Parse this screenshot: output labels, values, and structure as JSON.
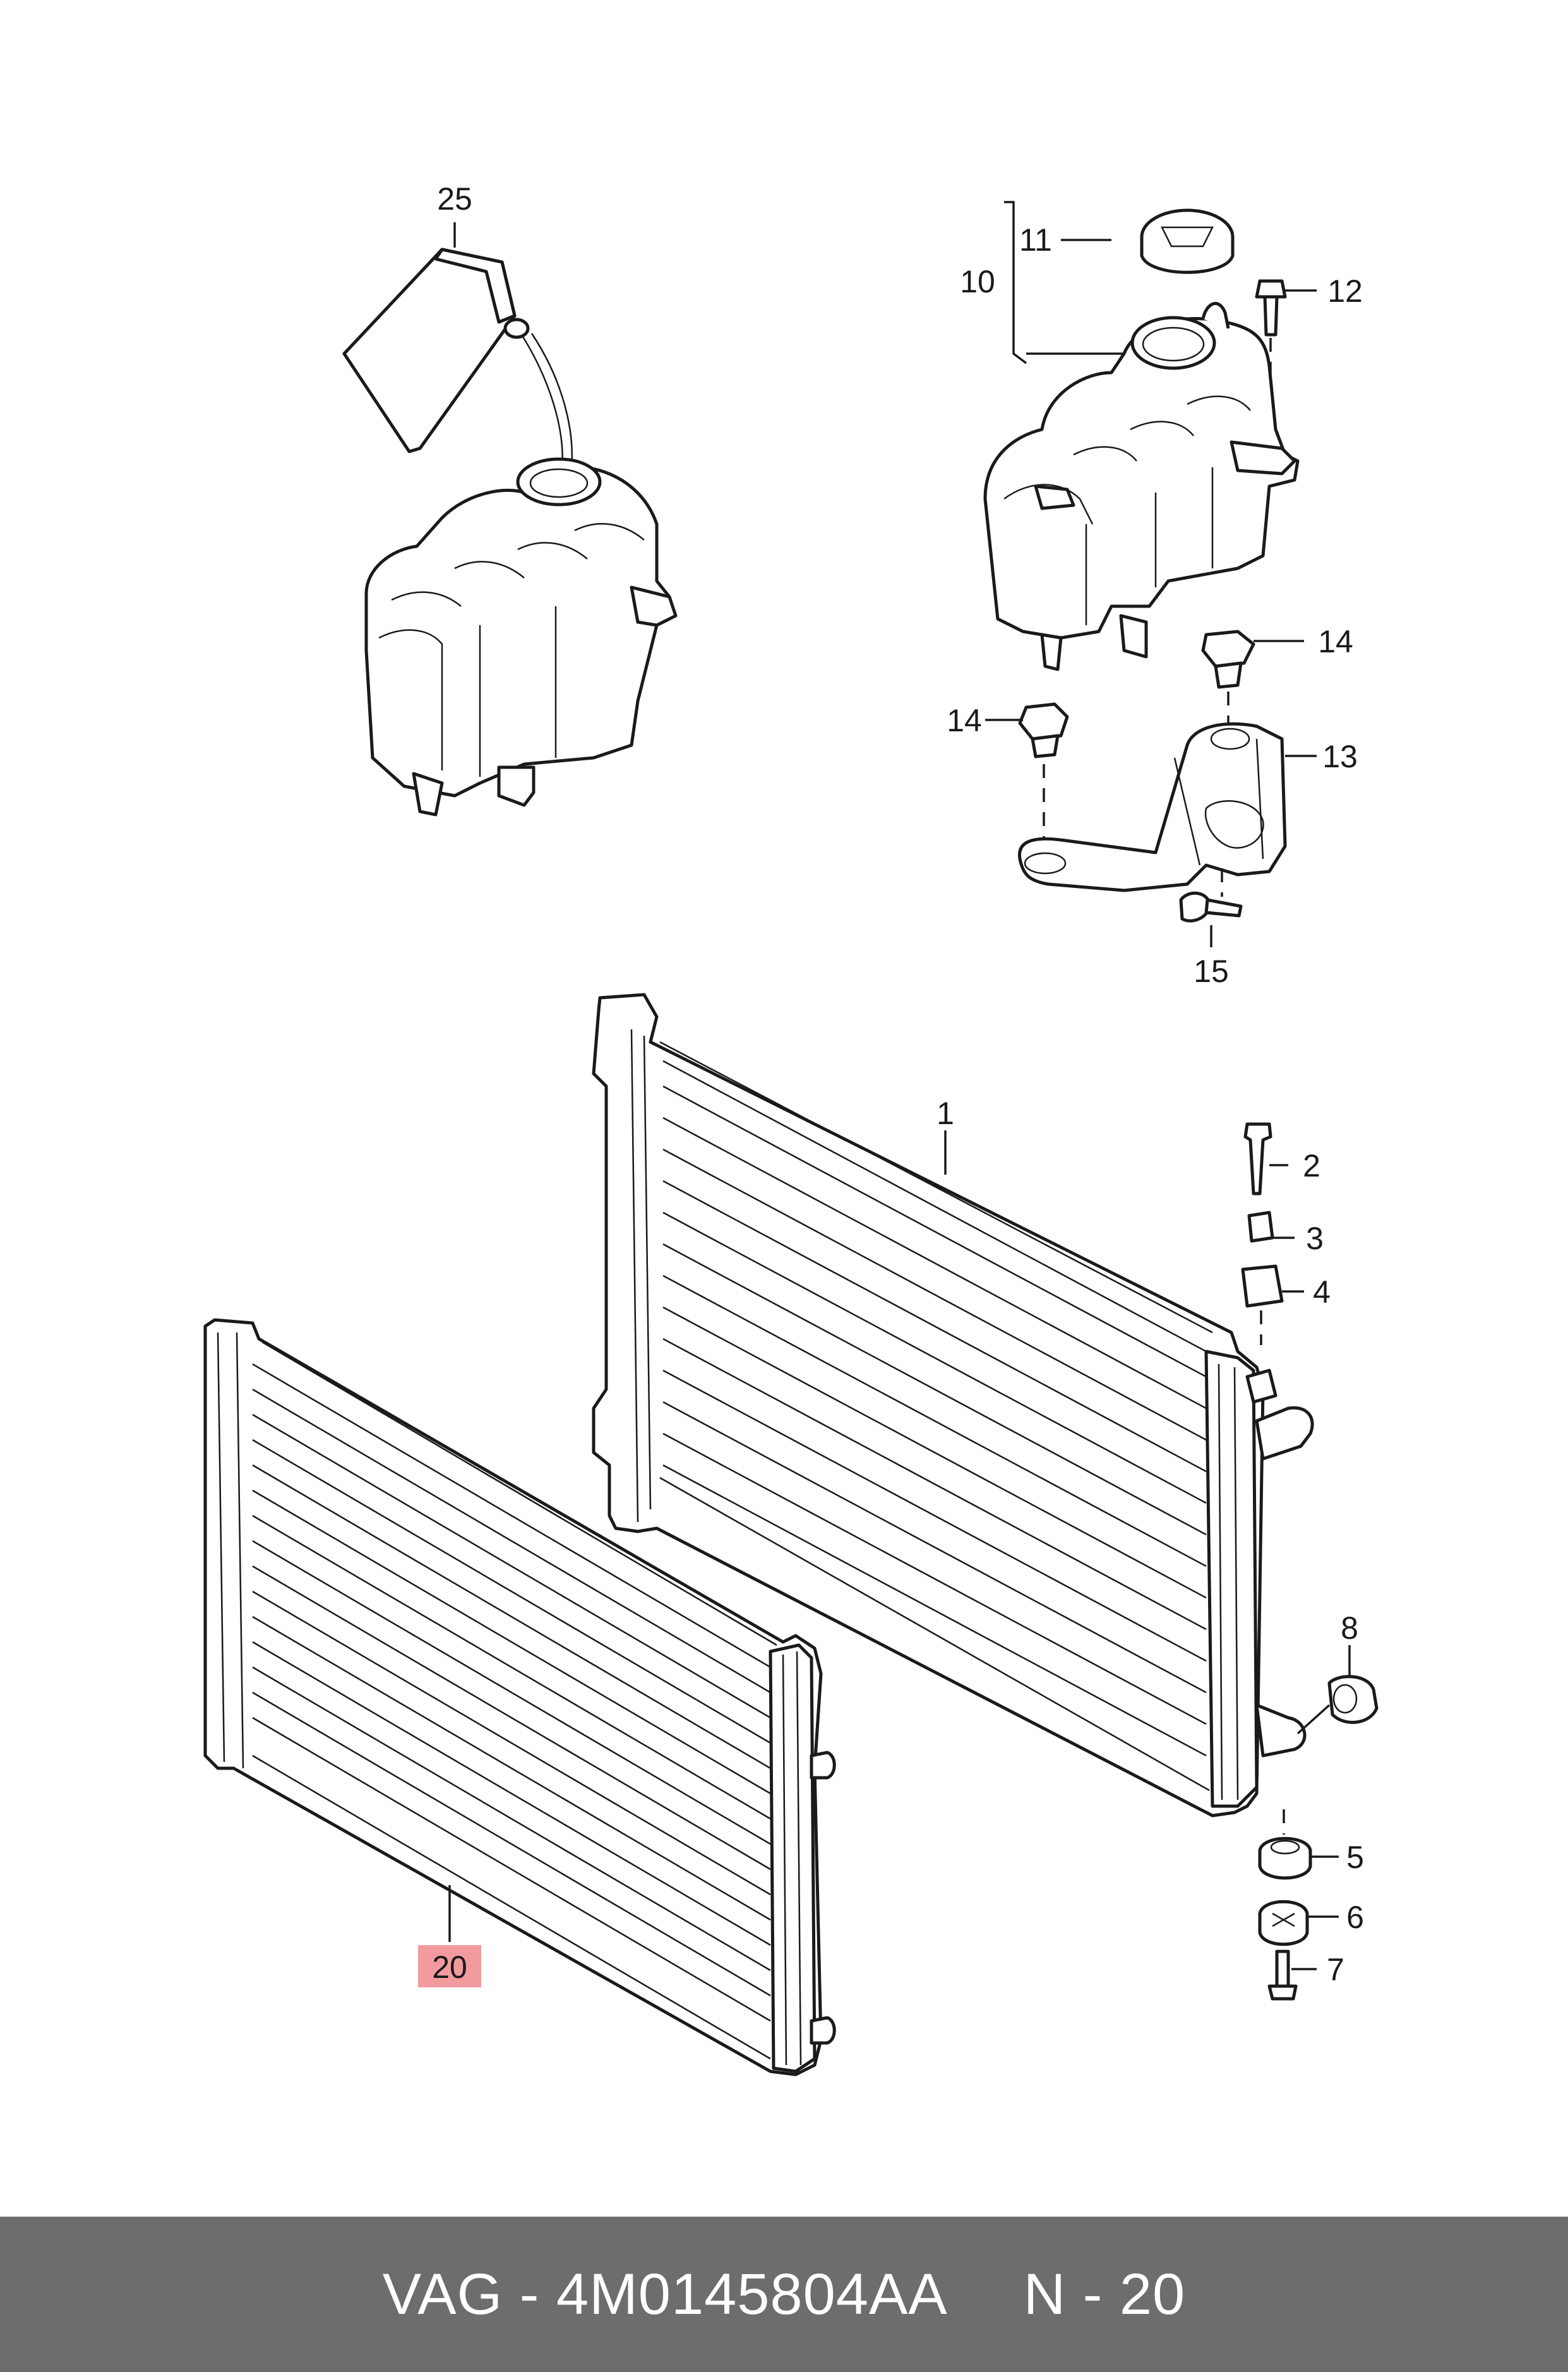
{
  "diagram": {
    "callouts": {
      "c1": "1",
      "c2": "2",
      "c3": "3",
      "c4": "4",
      "c5": "5",
      "c6": "6",
      "c7": "7",
      "c8": "8",
      "c10": "10",
      "c11": "11",
      "c12": "12",
      "c13": "13",
      "c14a": "14",
      "c14b": "14",
      "c15": "15",
      "c20": "20",
      "c25": "25"
    },
    "highlight_color": "#f29b9f"
  },
  "footer": {
    "brand_part": "VAG - 4M0145804AA",
    "position": "N - 20",
    "background": "#6d6d6d"
  }
}
